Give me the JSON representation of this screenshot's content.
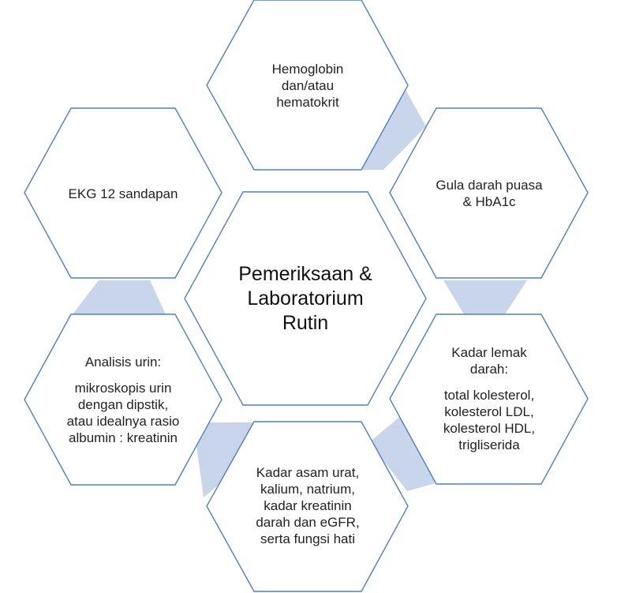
{
  "colors": {
    "hex_stroke": "#4f81bd",
    "connector_fill": "#c9d5ea",
    "hex_fill": "#ffffff",
    "text": "#222222"
  },
  "center": {
    "lines": [
      "Pemeriksaan &",
      "Laboratorium",
      "Rutin"
    ]
  },
  "nodes": {
    "top": {
      "lines": [
        "Hemoglobin",
        "dan/atau",
        "hematokrit"
      ]
    },
    "upper_right": {
      "lines": [
        "Gula darah puasa",
        "& HbA1c"
      ]
    },
    "lower_right": {
      "title_lines": [
        "Kadar lemak",
        "darah:"
      ],
      "detail_lines": [
        "total kolesterol,",
        "kolesterol LDL,",
        "kolesterol HDL,",
        "trigliserida"
      ]
    },
    "bottom": {
      "lines": [
        "Kadar asam urat,",
        "kalium, natrium,",
        "kadar kreatinin",
        "darah dan eGFR,",
        "serta fungsi hati"
      ]
    },
    "lower_left": {
      "title_lines": [
        "Analisis urin:"
      ],
      "detail_lines": [
        "mikroskopis urin",
        "dengan dipstik,",
        "atau idealnya rasio",
        "albumin : kreatinin"
      ]
    },
    "upper_left": {
      "lines": [
        "EKG 12 sandapan"
      ]
    }
  }
}
